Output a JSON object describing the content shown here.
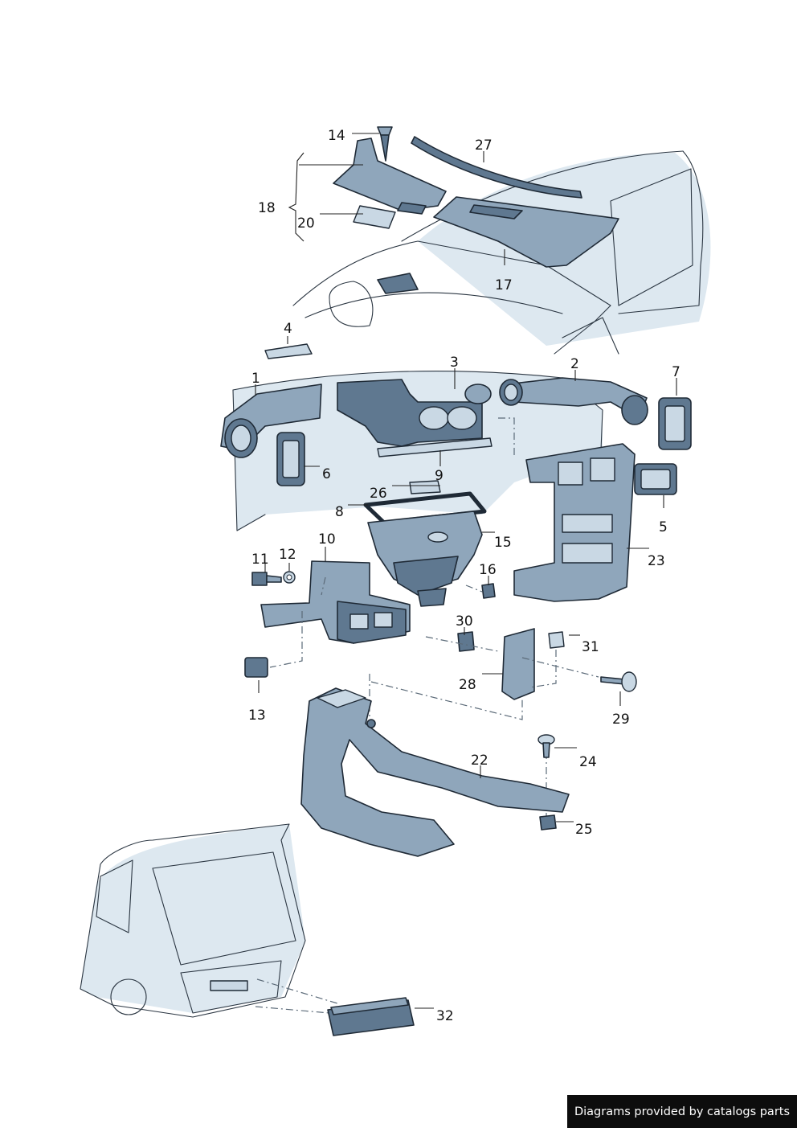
{
  "diagram": {
    "callouts": [
      "14",
      "27",
      "18",
      "20",
      "17",
      "4",
      "1",
      "3",
      "2",
      "7",
      "6",
      "9",
      "26",
      "8",
      "15",
      "5",
      "23",
      "10",
      "11",
      "12",
      "16",
      "30",
      "31",
      "28",
      "29",
      "13",
      "22",
      "24",
      "25",
      "32"
    ]
  },
  "footer": {
    "text": "Diagrams provided by catalogs parts"
  }
}
